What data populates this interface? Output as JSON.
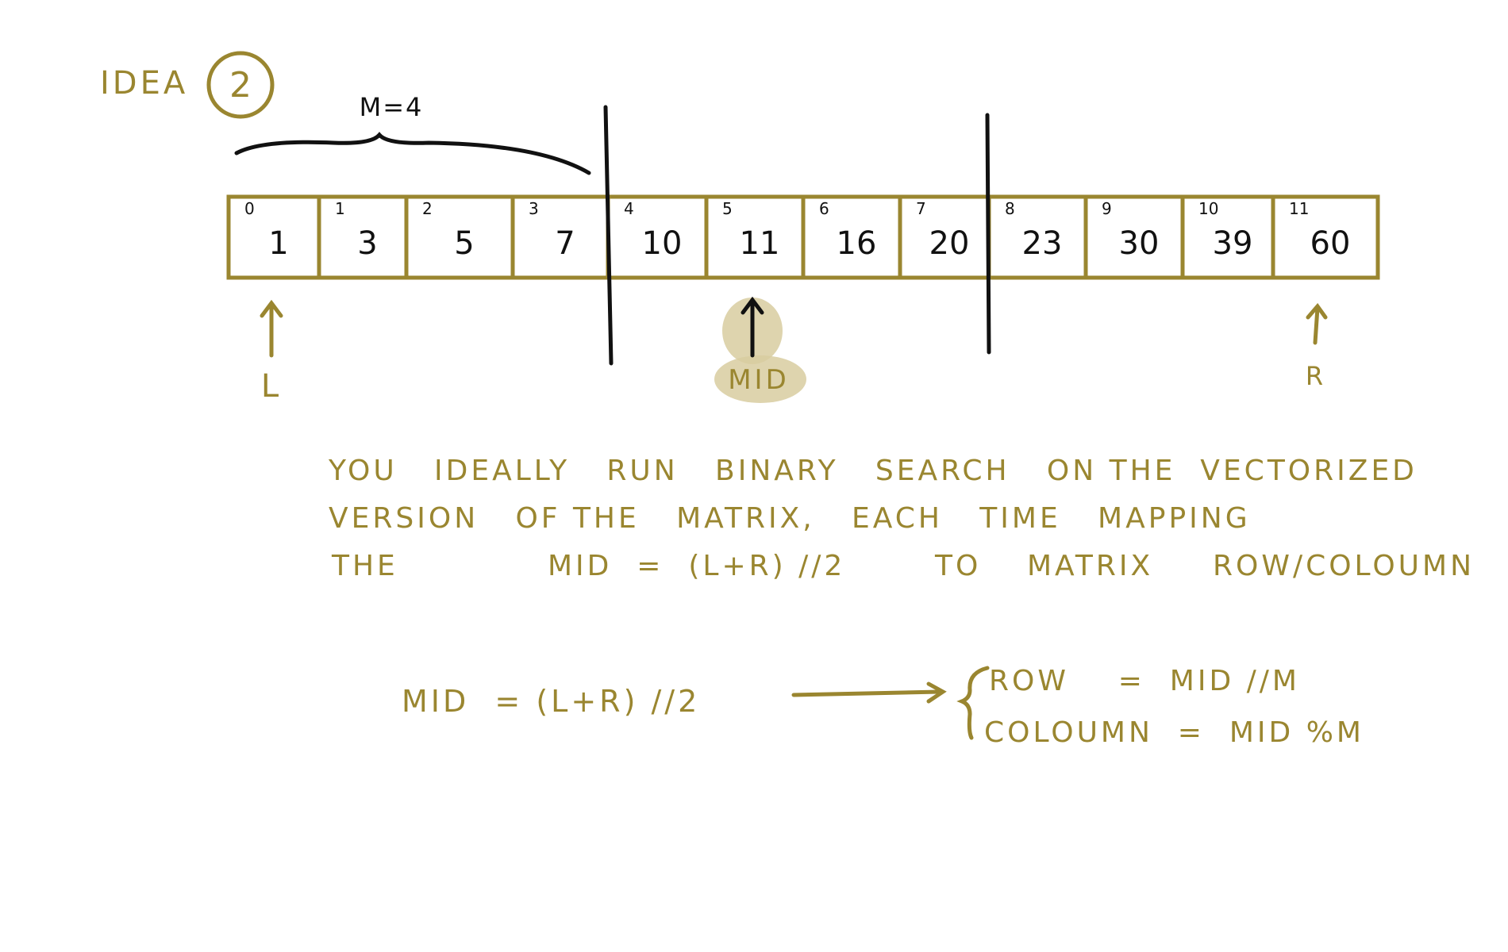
{
  "title": {
    "word": "IDEA",
    "number": "2"
  },
  "brace_label": "M=4",
  "array": {
    "indices": [
      "0",
      "1",
      "2",
      "3",
      "4",
      "5",
      "6",
      "7",
      "8",
      "9",
      "10",
      "11"
    ],
    "values": [
      "1",
      "3",
      "5",
      "7",
      "10",
      "11",
      "16",
      "20",
      "23",
      "30",
      "39",
      "60"
    ]
  },
  "pointers": {
    "left": "L",
    "mid": "MID",
    "right": "R"
  },
  "explanation": {
    "line1": "YOU   IDEALLY   RUN   BINARY   SEARCH   ON THE  VECTORIZED",
    "line2": "VERSION   OF THE   MATRIX,   EACH   TIME   MAPPING",
    "line3_a": "THE",
    "line3_b": "MID  =  (L+R) //2",
    "line3_c": "TO",
    "line3_d": "MATRIX",
    "line3_e": "ROW/COLOUMN"
  },
  "formula": {
    "mid": "MID  = (L+R) //2",
    "row": "ROW    =  MID //M",
    "column": "COLOUMN  =  MID %M"
  },
  "colors": {
    "ink": "#111111",
    "accent": "#9a8630",
    "highlight": "#d8cca0"
  }
}
